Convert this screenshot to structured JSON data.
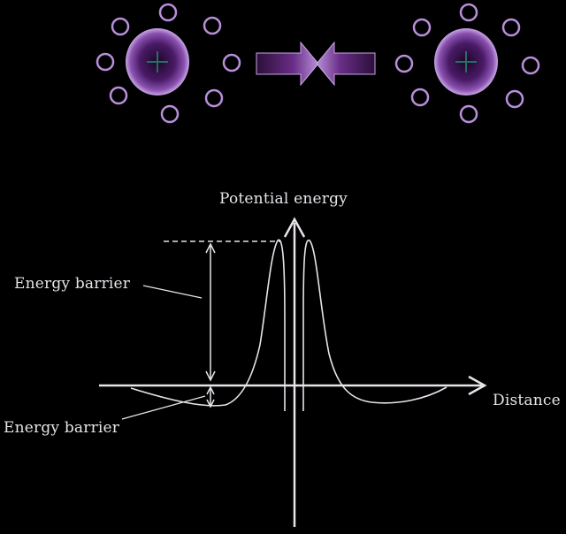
{
  "labels": {
    "y_axis": "Potential energy",
    "x_axis": "Distance",
    "barrier_top": "Energy barrier",
    "barrier_bottom": "Energy barrier"
  },
  "colors": {
    "background": "#000000",
    "curve": "#e8e4ea",
    "particle_outer": "#c9a6e6",
    "particle_core": "#3a0a4a",
    "counter_ion": "#b98fdc",
    "arrow": "#8a4aa6"
  },
  "illustration": {
    "left_particle": {
      "sign": "+",
      "counter_ions": 8
    },
    "right_particle": {
      "sign": "+",
      "counter_ions": 8
    },
    "arrows": [
      "right-arrow",
      "left-arrow"
    ]
  }
}
